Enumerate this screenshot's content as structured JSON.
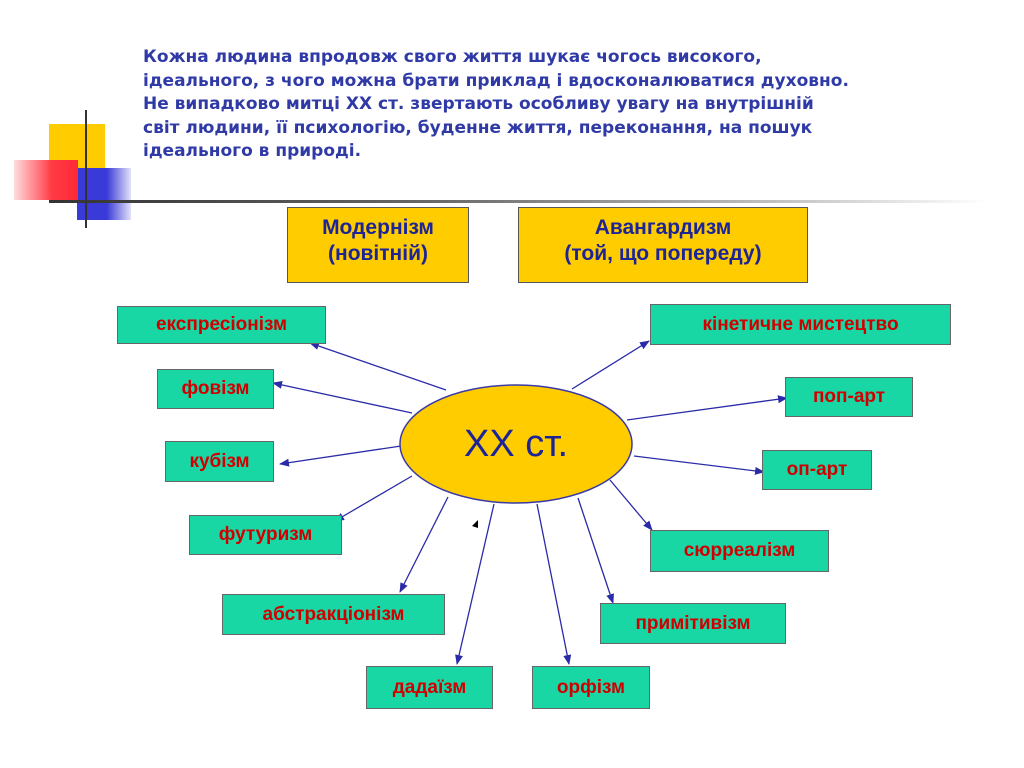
{
  "paragraph": [
    "Кожна людина впродовж свого життя шукає чогось високого,",
    "ідеального, з чого можна брати приклад і вдосконалюватися духовно.",
    "Не випадково митці ХХ ст. звертають особливу увагу на внутрішній",
    "світ людини, її психологію, буденне життя, переконання, на пошук",
    "ідеального в природі."
  ],
  "headers": {
    "modernism": {
      "title": "Модернізм",
      "subtitle": "(новітній)"
    },
    "avantgarde": {
      "title": "Авангардизм",
      "subtitle": "(той,  що попереду)"
    }
  },
  "center": "ХХ ст.",
  "movements": {
    "expressionism": "експресіонізм",
    "fauvism": "фовізм",
    "cubism": "кубізм",
    "futurism": "футуризм",
    "abstractionism": "абстракціонізм",
    "dadaism": "дадаїзм",
    "orphism": "орфізм",
    "primitivism": "примітивізм",
    "surrealism": "сюрреалізм",
    "op_art": "оп-арт",
    "pop_art": "поп-арт",
    "kinetic_art": "кінетичне мистецтво"
  },
  "colors": {
    "title_text": "#2f3aa6",
    "header_fill": "#ffcc00",
    "box_fill": "#19d6a5",
    "box_text": "#d10000",
    "center_fill": "#ffcc00",
    "arrow": "#2b2ba8"
  }
}
